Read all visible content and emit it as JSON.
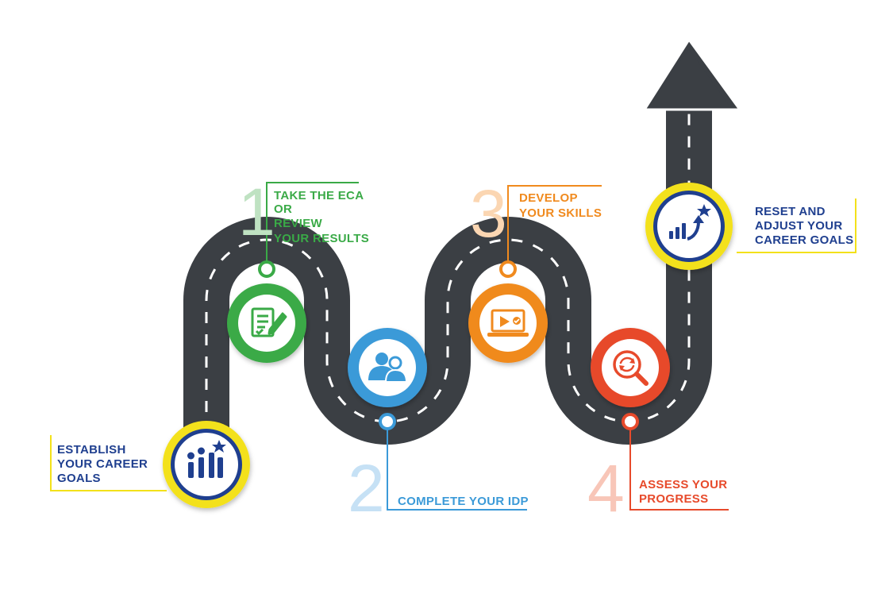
{
  "colors": {
    "road": "#3b3f44",
    "road_edge": "#ffffff",
    "dash": "#ffffff",
    "yellow": "#f3e11a",
    "navy": "#1f3f8f",
    "green": "#3aaa47",
    "blue": "#3b9ad8",
    "orange": "#f08a1e",
    "red": "#e74a2b"
  },
  "steps": [
    {
      "number": "",
      "label": [
        "ESTABLISH",
        "YOUR CAREER",
        "GOALS"
      ],
      "color": "#f3e11a",
      "text_color": "#1f3f8f",
      "icon": "bar-chart-star-icon"
    },
    {
      "number": "1",
      "label": [
        "TAKE THE ECA",
        "OR",
        "REVIEW",
        "YOUR RESULTS"
      ],
      "color": "#3aaa47",
      "text_color": "#3aaa47",
      "icon": "checklist-pencil-icon"
    },
    {
      "number": "2",
      "label": [
        "COMPLETE YOUR IDP"
      ],
      "color": "#3b9ad8",
      "text_color": "#3b9ad8",
      "icon": "people-icon"
    },
    {
      "number": "3",
      "label": [
        "DEVELOP",
        "YOUR SKILLS"
      ],
      "color": "#f08a1e",
      "text_color": "#f08a1e",
      "icon": "laptop-video-icon"
    },
    {
      "number": "4",
      "label": [
        "ASSESS YOUR",
        "PROGRESS"
      ],
      "color": "#e74a2b",
      "text_color": "#e74a2b",
      "icon": "magnifier-refresh-icon"
    },
    {
      "number": "",
      "label": [
        "RESET AND",
        "ADJUST YOUR",
        "CAREER GOALS"
      ],
      "color": "#f3e11a",
      "text_color": "#1f3f8f",
      "icon": "growth-arrow-star-icon"
    }
  ]
}
